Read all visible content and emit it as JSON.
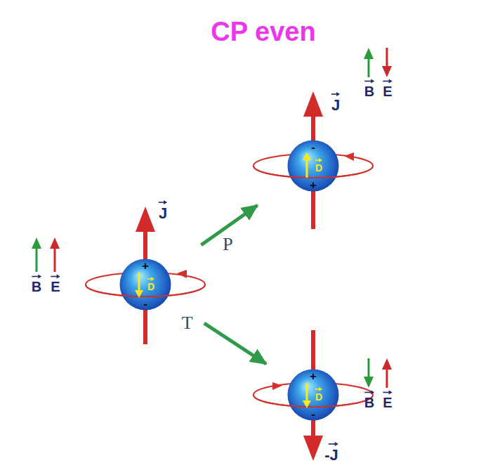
{
  "diagram": {
    "title": "CP even",
    "nodes": [
      {
        "text": [
          "+",
          "D",
          "-"
        ]
      },
      {
        "text": [
          "-",
          "D",
          "+"
        ]
      },
      {
        "text": [
          "+",
          "D",
          "-"
        ]
      }
    ],
    "edges": [
      {
        "from": 0,
        "to": 1,
        "arrow": "to",
        "label": "P"
      },
      {
        "from": 0,
        "to": 2,
        "arrow": "to",
        "label": "T"
      }
    ],
    "labels": [
      "B",
      "E",
      "J",
      "J",
      "B",
      "E",
      "B",
      "E",
      "-J"
    ]
  }
}
